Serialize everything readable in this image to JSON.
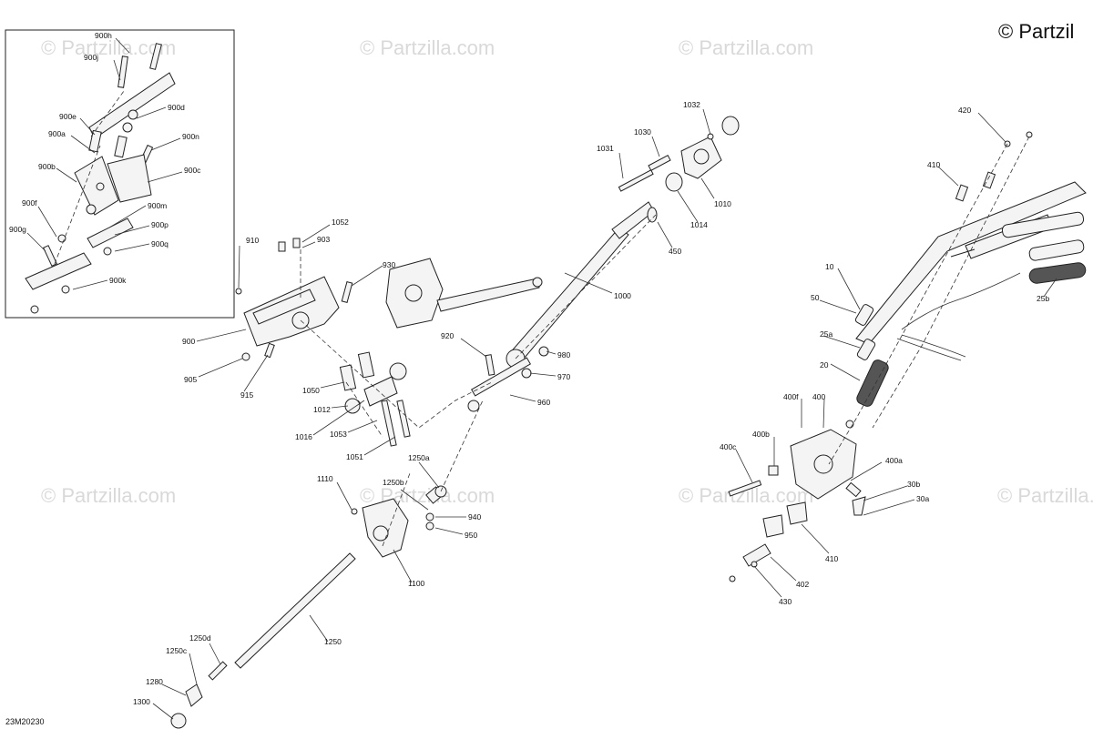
{
  "copyright": "© Partzil",
  "watermark": "© Partzilla.com",
  "drawing_number": "23M20230",
  "callouts": {
    "c900h": "900h",
    "c900j": "900j",
    "c900d": "900d",
    "c900e": "900e",
    "c900a": "900a",
    "c900n": "900n",
    "c900b": "900b",
    "c900c": "900c",
    "c900f": "900f",
    "c900m": "900m",
    "c900p": "900p",
    "c900g": "900g",
    "c900q": "900q",
    "c900k": "900k",
    "c910": "910",
    "c1052": "1052",
    "c903": "903",
    "c930": "930",
    "c900": "900",
    "c905": "905",
    "c915": "915",
    "c1050": "1050",
    "c1012": "1012",
    "c1016": "1016",
    "c1053": "1053",
    "c1051": "1051",
    "c1032": "1032",
    "c1030": "1030",
    "c1031": "1031",
    "c1010": "1010",
    "c1014": "1014",
    "c450": "450",
    "c1000": "1000",
    "c920": "920",
    "c980": "980",
    "c970": "970",
    "c960": "960",
    "c1250a": "1250a",
    "c1110": "1110",
    "c1250b": "1250b",
    "c940": "940",
    "c950": "950",
    "c1100": "1100",
    "c1250": "1250",
    "c1250d": "1250d",
    "c1250c": "1250c",
    "c1280": "1280",
    "c1300": "1300",
    "c420": "420",
    "c410top": "410",
    "c10": "10",
    "c50": "50",
    "c25a": "25a",
    "c25b": "25b",
    "c20": "20",
    "c400f": "400f",
    "c400": "400",
    "c400b": "400b",
    "c400c": "400c",
    "c400a": "400a",
    "c30b": "30b",
    "c30a": "30a",
    "c410bot": "410",
    "c402": "402",
    "c430": "430"
  }
}
